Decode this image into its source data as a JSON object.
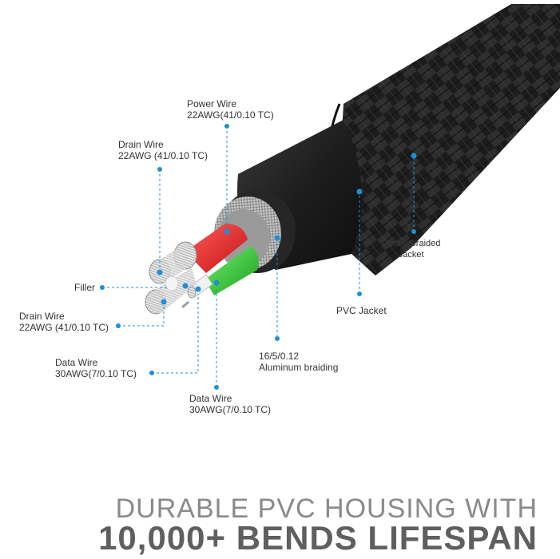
{
  "callouts": {
    "power_wire": {
      "name": "Power  Wire",
      "spec": "22AWG(41/0.10 TC)"
    },
    "drain_wire_top": {
      "name": "Drain Wire",
      "spec": "22AWG (41/0.10 TC)"
    },
    "filler": {
      "name": "Filler"
    },
    "drain_wire_bottom": {
      "name": "Drain Wire",
      "spec": "22AWG (41/0.10 TC)"
    },
    "data_wire_left": {
      "name": "Data Wire",
      "spec": "30AWG(7/0.10 TC)"
    },
    "data_wire_bottom": {
      "name": "Data Wire",
      "spec": "30AWG(7/0.10 TC)"
    },
    "aluminum_braiding": {
      "name": "16/5/0.12",
      "spec": "Aluminum braiding"
    },
    "pvc_jacket": {
      "name": "PVC Jacket"
    },
    "cotton_jacket": {
      "name": "Cotton Braided",
      "spec": "Jacket"
    }
  },
  "headline": {
    "line1": "DURABLE PVC HOUSING WITH",
    "line2": "10,000+ BENDS LIFESPAN"
  },
  "colors": {
    "callout_dot": "#1f8fd6",
    "power_wire": "#e02b2b",
    "data_wire": "#3ac83a",
    "pvc_jacket": "#222222",
    "braid": "#b8b8b8"
  }
}
